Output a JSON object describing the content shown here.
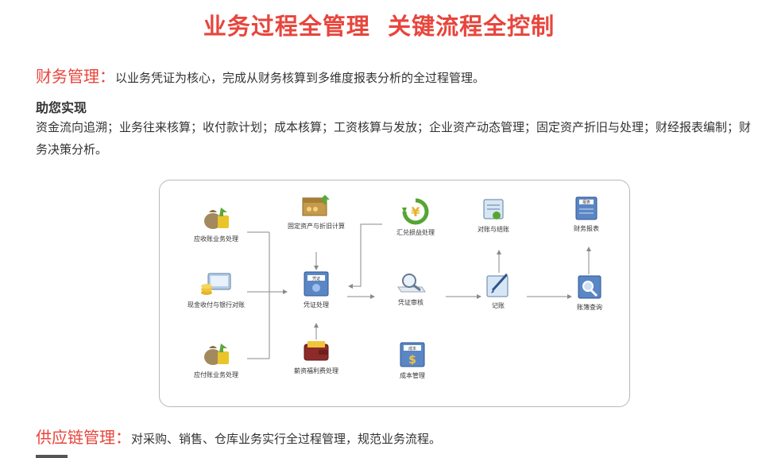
{
  "title": "业务过程全管理  关键流程全控制",
  "finance": {
    "label": "财务管理：",
    "desc": "以业务凭证为核心，完成从财务核算到多维度报表分析的全过程管理。",
    "subtitle": "助您实现",
    "features": "资金流向追溯；业务往来核算；收付款计划；成本核算；工资核算与发放；企业资产动态管理；固定资产折旧与处理；财经报表编制；财务决策分析。"
  },
  "flow": {
    "nodes": {
      "receivable": "应收账业务处理",
      "cash": "现金收付与银行对账",
      "payable": "应付账业务处理",
      "fixed_asset": "固定资产与折旧计算",
      "voucher": "凭证处理",
      "salary": "薪资福利费处理",
      "exchange": "汇兑损益处理",
      "audit": "凭证审核",
      "cost": "成本管理",
      "reconcile": "对账与结账",
      "posting": "记账",
      "report": "财务报表",
      "ledger": "账簿查询"
    },
    "icon_labels": {
      "voucher": "凭证",
      "cost": "成本",
      "report": "报表"
    },
    "colors": {
      "arrow": "#8a8a8a",
      "accent": "#e8453c"
    }
  },
  "supply": {
    "label": "供应链管理：",
    "desc": "对采购、销售、仓库业务实行全过程管理，规范业务流程。"
  }
}
